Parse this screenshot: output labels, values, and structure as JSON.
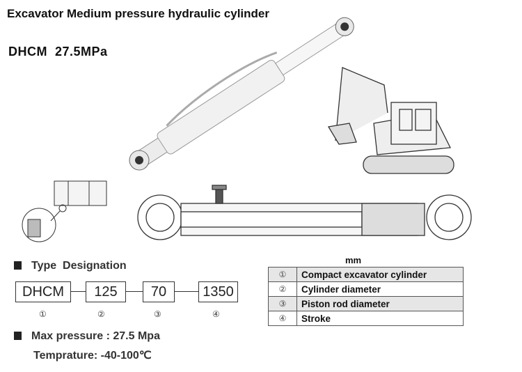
{
  "title": "Excavator Medium pressure hydraulic cylinder",
  "model": "DHCM  27.5MPa",
  "type_designation": {
    "heading": "Type  Designation",
    "boxes": [
      "DHCM",
      "125",
      "70",
      "1350"
    ],
    "markers": [
      "①",
      "②",
      "③",
      "④"
    ]
  },
  "specs": {
    "max_pressure": "Max pressure : 27.5 Mpa",
    "temperature": "Temprature: -40-100℃"
  },
  "table": {
    "unit": "mm",
    "rows": [
      {
        "num": "①",
        "label": "Compact excavator cylinder"
      },
      {
        "num": "②",
        "label": "Cylinder diameter"
      },
      {
        "num": "③",
        "label": "Piston rod diameter"
      },
      {
        "num": "④",
        "label": "Stroke"
      }
    ]
  }
}
